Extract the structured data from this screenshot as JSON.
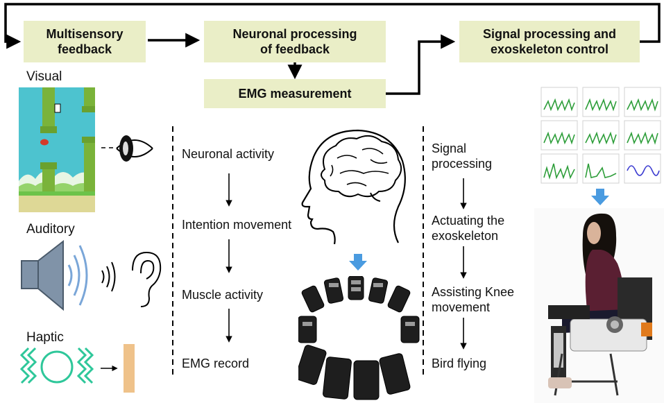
{
  "boxes": {
    "multisensory": "Multisensory\nfeedback",
    "neuronal": "Neuronal processing\nof feedback",
    "emg": "EMG measurement",
    "signal": "Signal processing and\nexoskeleton control"
  },
  "senses": {
    "visual": "Visual",
    "auditory": "Auditory",
    "haptic": "Haptic"
  },
  "left_chain": [
    "Neuronal activity",
    "Intention movement",
    "Muscle activity",
    "EMG record"
  ],
  "right_chain": [
    "Signal\nprocessing",
    "Actuating the\nexoskeleton",
    "Assisting Knee\nmovement",
    "Bird flying"
  ],
  "colors": {
    "box_fill": "#eaeec7",
    "blue_arrow": "#4a9be0",
    "sky": "#4dc3cf",
    "pipe": "#7ab33a",
    "haptic_green": "#2ec79a",
    "haptic_bar": "#efc28a",
    "speaker": "#8093a8"
  }
}
